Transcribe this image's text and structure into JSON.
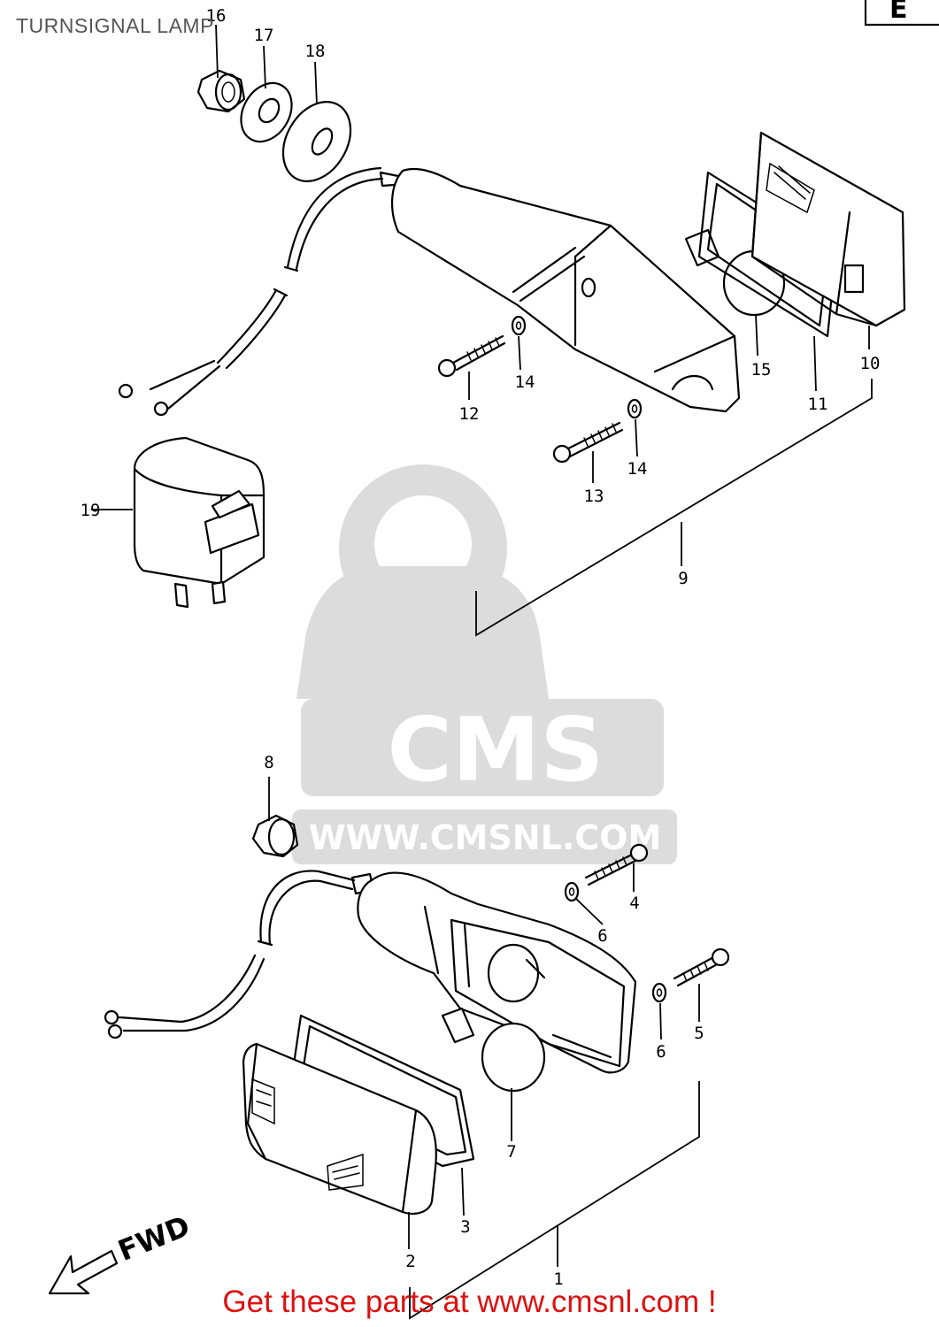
{
  "header": {
    "title": "TURNSIGNAL LAMP",
    "corner_mark": "E"
  },
  "watermark": {
    "brand": "CMS",
    "url": "WWW.CMSNL.COM"
  },
  "labels": {
    "p1": "1",
    "p2": "2",
    "p3": "3",
    "p4": "4",
    "p5": "5",
    "p6a": "6",
    "p6b": "6",
    "p7": "7",
    "p8": "8",
    "p9": "9",
    "p10": "10",
    "p11": "11",
    "p12": "12",
    "p13": "13",
    "p14a": "14",
    "p14b": "14",
    "p15": "15",
    "p16": "16",
    "p17": "17",
    "p18": "18",
    "p19": "19",
    "fwd": "FWD"
  },
  "footer": {
    "cta": "Get these parts at www.cmsnl.com !"
  }
}
